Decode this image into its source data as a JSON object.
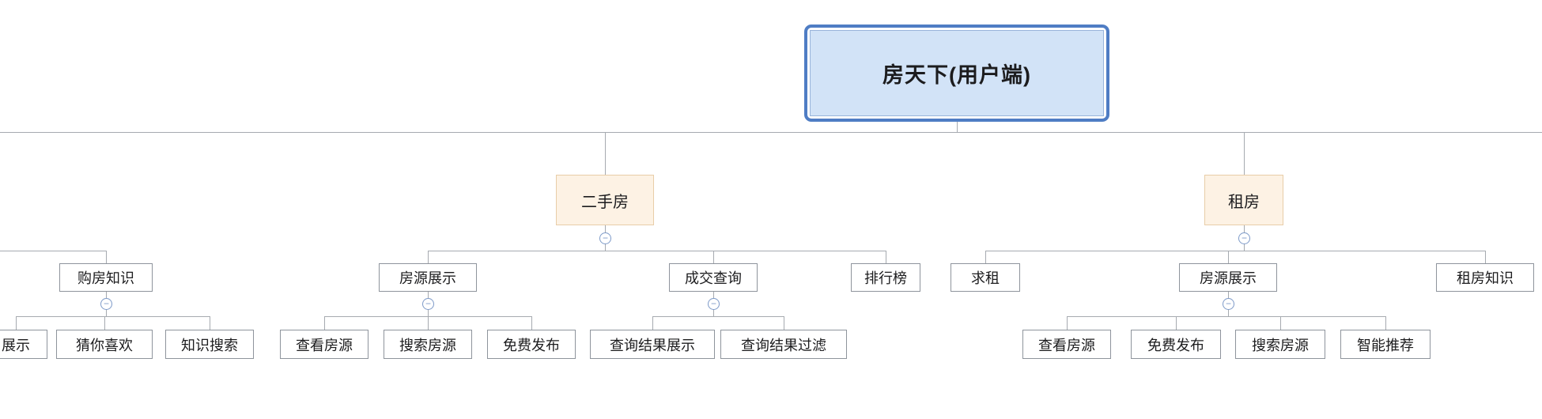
{
  "colors": {
    "root_border": "#4f7dc4",
    "root_fill": "#d2e3f7",
    "root_inner_border": "#98b4da",
    "branch_fill": "#fdf2e4",
    "branch_border": "#e8cda8",
    "node_fill": "#ffffff",
    "node_border": "#8e949c",
    "line": "#a6aab0",
    "icon_blue": "#7d9ac8",
    "text": "#1c1c1e"
  },
  "icons": {
    "collapse_glyph": "−"
  },
  "tree": {
    "root": {
      "label": "房天下(用户端)"
    },
    "branches": [
      {
        "children": [
          {
            "label": "购房知识",
            "children": [
              {
                "label": "展示"
              },
              {
                "label": "猜你喜欢"
              },
              {
                "label": "知识搜索"
              }
            ]
          }
        ]
      },
      {
        "label": "二手房",
        "children": [
          {
            "label": "房源展示",
            "children": [
              {
                "label": "查看房源"
              },
              {
                "label": "搜索房源"
              },
              {
                "label": "免费发布"
              }
            ]
          },
          {
            "label": "成交查询",
            "children": [
              {
                "label": "查询结果展示"
              },
              {
                "label": "查询结果过滤"
              }
            ]
          },
          {
            "label": "排行榜",
            "children": []
          }
        ]
      },
      {
        "label": "租房",
        "children": [
          {
            "label": "求租",
            "children": []
          },
          {
            "label": "房源展示",
            "children": [
              {
                "label": "查看房源"
              },
              {
                "label": "免费发布"
              },
              {
                "label": "搜索房源"
              },
              {
                "label": "智能推荐"
              }
            ]
          },
          {
            "label": "租房知识",
            "children": []
          }
        ]
      }
    ]
  }
}
